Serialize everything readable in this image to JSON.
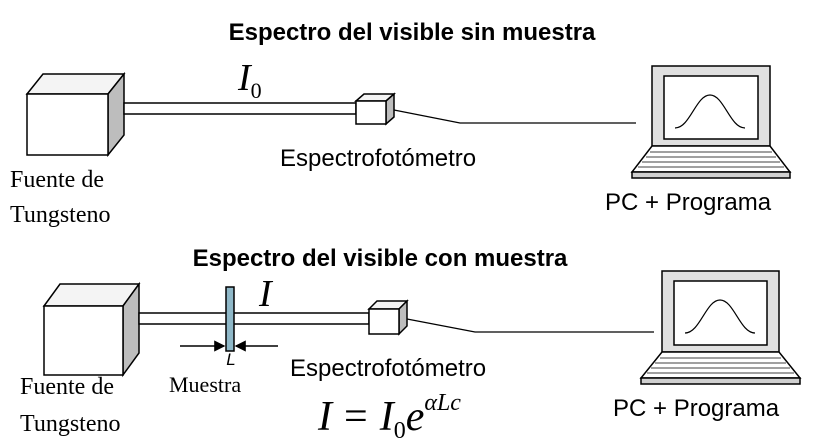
{
  "top": {
    "title": "Espectro del visible sin muestra",
    "beam_label_main": "I",
    "beam_label_sub": "0",
    "source_line1": "Fuente de",
    "source_line2": "Tungsteno",
    "spectro_label": "Espectrofotómetro",
    "pc_label": "PC + Programa"
  },
  "bottom": {
    "title": "Espectro del visible con muestra",
    "beam_label": "I",
    "thickness_label": "L",
    "sample_label": "Muestra",
    "source_line1": "Fuente de",
    "source_line2": "Tungsteno",
    "spectro_label": "Espectrofotómetro",
    "pc_label": "PC + Programa",
    "formula": {
      "lhs": "I",
      "equals": "=",
      "rhs_base": "I",
      "rhs_sub": "0",
      "exp_base": "e",
      "exp_power": "αLc"
    }
  },
  "colors": {
    "sample_slab": "#8fb8c8",
    "line": "#000000",
    "fill": "#ffffff"
  }
}
